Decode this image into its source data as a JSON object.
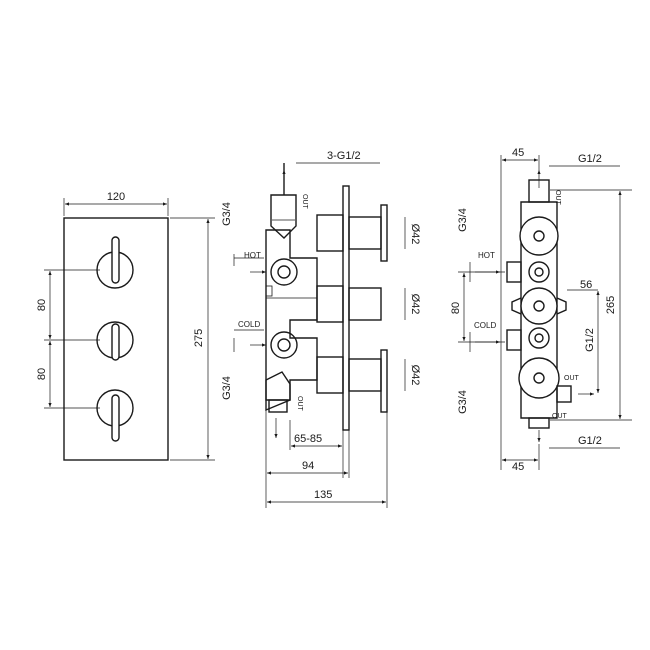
{
  "front_view": {
    "width_dim": "120",
    "height_dim": "275",
    "spacing_top": "80",
    "spacing_bottom": "80"
  },
  "side_view": {
    "outlet_thread": "3-G1/2",
    "inlet_thread_top": "G3/4",
    "inlet_thread_bottom": "G3/4",
    "hot_label": "HOT",
    "cold_label": "COLD",
    "out_label_top": "OUT",
    "out_label_bottom": "OUT",
    "handle_dia_1": "Ø42",
    "handle_dia_2": "Ø42",
    "handle_dia_3": "Ø42",
    "wall_depth": "65-85",
    "depth_94": "94",
    "depth_135": "135"
  },
  "rear_view": {
    "top_offset": "45",
    "top_thread": "G1/2",
    "bottom_offset": "45",
    "bottom_thread": "G1/2",
    "inlet_thread_top": "G3/4",
    "inlet_thread_bottom": "G3/4",
    "hot_label": "HOT",
    "cold_label": "COLD",
    "spacing": "80",
    "middle_dim": "56",
    "side_thread": "G1/2",
    "height_dim": "265",
    "out_label_top": "OUT",
    "out_label_right": "OUT",
    "out_label_bottom": "OUT"
  }
}
